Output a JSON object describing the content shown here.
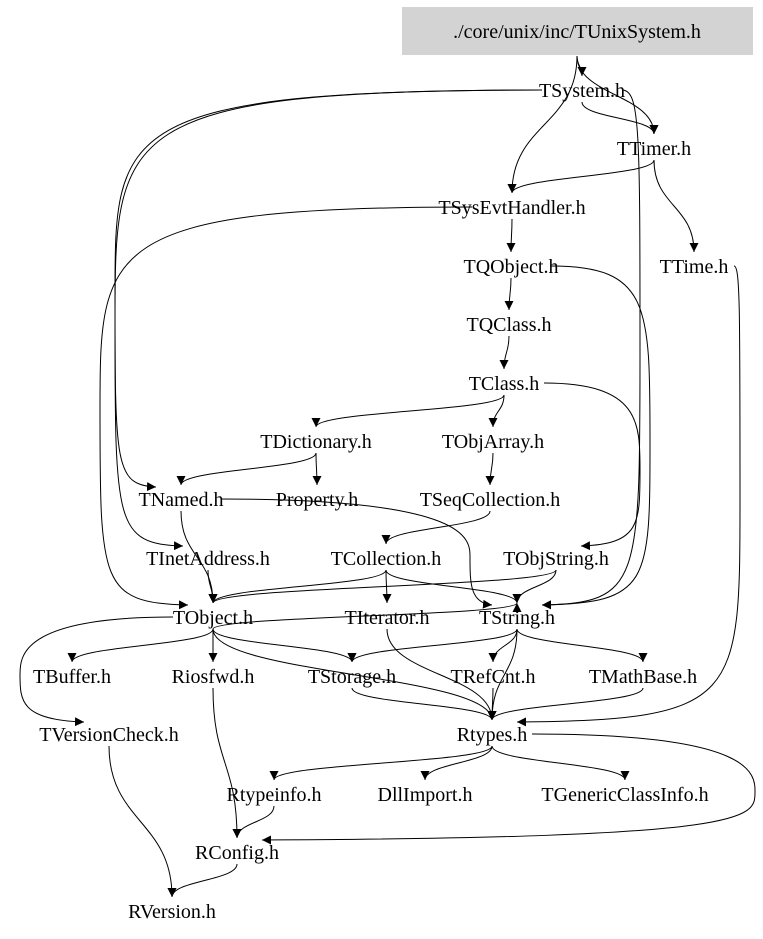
{
  "graph": {
    "root": "root",
    "nodes": [
      {
        "id": "root",
        "label": "./core/unix/inc/TUnixSystem.h",
        "highlighted": true
      },
      {
        "id": "TSystem",
        "label": "TSystem.h"
      },
      {
        "id": "TTimer",
        "label": "TTimer.h"
      },
      {
        "id": "TSysEvtHandler",
        "label": "TSysEvtHandler.h"
      },
      {
        "id": "TTime",
        "label": "TTime.h"
      },
      {
        "id": "TQObject",
        "label": "TQObject.h"
      },
      {
        "id": "TQClass",
        "label": "TQClass.h"
      },
      {
        "id": "TClass",
        "label": "TClass.h"
      },
      {
        "id": "TDictionary",
        "label": "TDictionary.h"
      },
      {
        "id": "TObjArray",
        "label": "TObjArray.h"
      },
      {
        "id": "TNamed",
        "label": "TNamed.h"
      },
      {
        "id": "Property",
        "label": "Property.h"
      },
      {
        "id": "TSeqCollection",
        "label": "TSeqCollection.h"
      },
      {
        "id": "TInetAddress",
        "label": "TInetAddress.h"
      },
      {
        "id": "TCollection",
        "label": "TCollection.h"
      },
      {
        "id": "TObjString",
        "label": "TObjString.h"
      },
      {
        "id": "TObject",
        "label": "TObject.h"
      },
      {
        "id": "TIterator",
        "label": "TIterator.h"
      },
      {
        "id": "TString",
        "label": "TString.h"
      },
      {
        "id": "TBuffer",
        "label": "TBuffer.h"
      },
      {
        "id": "Riosfwd",
        "label": "Riosfwd.h"
      },
      {
        "id": "TStorage",
        "label": "TStorage.h"
      },
      {
        "id": "TRefCnt",
        "label": "TRefCnt.h"
      },
      {
        "id": "TMathBase",
        "label": "TMathBase.h"
      },
      {
        "id": "TVersionCheck",
        "label": "TVersionCheck.h"
      },
      {
        "id": "Rtypes",
        "label": "Rtypes.h"
      },
      {
        "id": "Rtypeinfo",
        "label": "Rtypeinfo.h"
      },
      {
        "id": "DllImport",
        "label": "DllImport.h"
      },
      {
        "id": "TGenericClassInfo",
        "label": "TGenericClassInfo.h"
      },
      {
        "id": "RConfig",
        "label": "RConfig.h"
      },
      {
        "id": "RVersion",
        "label": "RVersion.h"
      }
    ],
    "edges": [
      [
        "root",
        "TSystem"
      ],
      [
        "root",
        "TTimer"
      ],
      [
        "root",
        "TSysEvtHandler"
      ],
      [
        "TSystem",
        "TTimer"
      ],
      [
        "TSystem",
        "TNamed"
      ],
      [
        "TSystem",
        "TInetAddress"
      ],
      [
        "TSystem",
        "TString"
      ],
      [
        "TTimer",
        "TSysEvtHandler"
      ],
      [
        "TTimer",
        "TTime"
      ],
      [
        "TTime",
        "Rtypes"
      ],
      [
        "TSysEvtHandler",
        "TQObject"
      ],
      [
        "TSysEvtHandler",
        "TObject"
      ],
      [
        "TQObject",
        "TQClass"
      ],
      [
        "TQObject",
        "TString"
      ],
      [
        "TQClass",
        "TClass"
      ],
      [
        "TClass",
        "TDictionary"
      ],
      [
        "TClass",
        "TObjArray"
      ],
      [
        "TClass",
        "TObjString"
      ],
      [
        "TDictionary",
        "TNamed"
      ],
      [
        "TDictionary",
        "Property"
      ],
      [
        "TObjArray",
        "TSeqCollection"
      ],
      [
        "TSeqCollection",
        "TCollection"
      ],
      [
        "TNamed",
        "TString"
      ],
      [
        "TNamed",
        "TObject"
      ],
      [
        "TInetAddress",
        "TObject"
      ],
      [
        "TCollection",
        "TObject"
      ],
      [
        "TCollection",
        "TIterator"
      ],
      [
        "TCollection",
        "TString"
      ],
      [
        "TObjString",
        "TObject"
      ],
      [
        "TObjString",
        "TString"
      ],
      [
        "TObject",
        "TBuffer"
      ],
      [
        "TObject",
        "Riosfwd"
      ],
      [
        "TObject",
        "TStorage"
      ],
      [
        "TObject",
        "TVersionCheck"
      ],
      [
        "TObject",
        "Rtypes"
      ],
      [
        "TObject",
        "TString"
      ],
      [
        "TIterator",
        "Rtypes"
      ],
      [
        "TString",
        "TRefCnt"
      ],
      [
        "TString",
        "TMathBase"
      ],
      [
        "TString",
        "Rtypes"
      ],
      [
        "TString",
        "TStorage"
      ],
      [
        "TRefCnt",
        "Rtypes"
      ],
      [
        "TMathBase",
        "Rtypes"
      ],
      [
        "TStorage",
        "Rtypes"
      ],
      [
        "Riosfwd",
        "RConfig"
      ],
      [
        "Rtypes",
        "Rtypeinfo"
      ],
      [
        "Rtypes",
        "DllImport"
      ],
      [
        "Rtypes",
        "TGenericClassInfo"
      ],
      [
        "Rtypes",
        "RConfig"
      ],
      [
        "Rtypeinfo",
        "RConfig"
      ],
      [
        "TVersionCheck",
        "RVersion"
      ],
      [
        "RConfig",
        "RVersion"
      ]
    ],
    "colors": {
      "root_fill": "#d3d3d3",
      "edge": "#000000",
      "text": "#000000"
    }
  }
}
